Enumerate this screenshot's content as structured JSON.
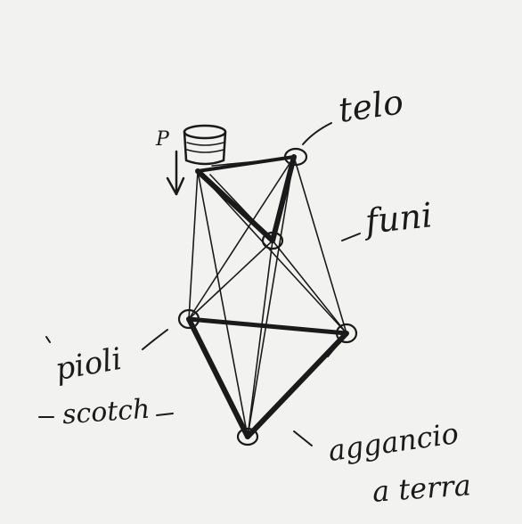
{
  "labels": {
    "telo": "telo",
    "funi": "funi",
    "pioli": "pioli",
    "scotch": "scotch",
    "aggancio": "aggancio",
    "terra": "a terra",
    "load": "P"
  },
  "colors": {
    "paper": "#f2f2f0",
    "ink": "#1a1a1a"
  }
}
